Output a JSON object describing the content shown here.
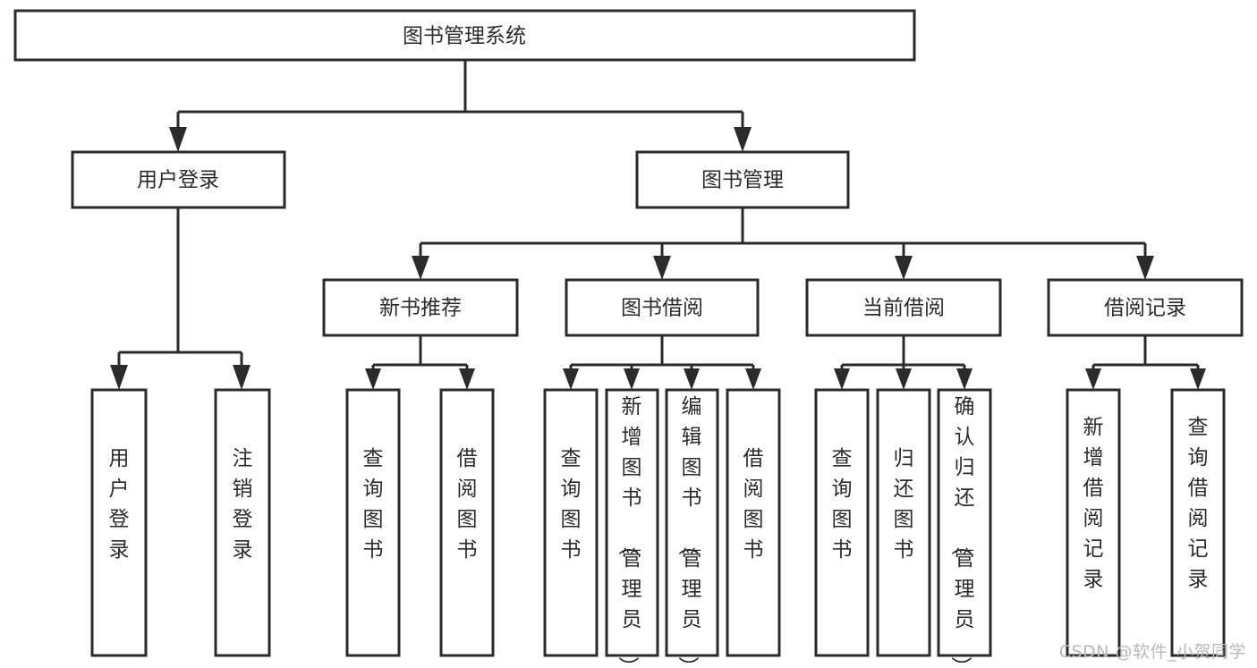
{
  "diagram": {
    "title": "图书管理系统",
    "type": "tree-hierarchy",
    "watermark": "CSDN @软件_小贺同学",
    "colors": {
      "stroke": "#2b2b2b",
      "fill": "#ffffff",
      "text": "#2b2b2b",
      "watermark": "#b9b9b9"
    },
    "levels": {
      "root": {
        "label": "图书管理系统"
      },
      "level2": [
        {
          "id": "user-login",
          "label": "用户登录"
        },
        {
          "id": "book-management",
          "label": "图书管理"
        }
      ],
      "level3": [
        {
          "id": "new-book-recommend",
          "label": "新书推荐",
          "parent": "book-management"
        },
        {
          "id": "book-borrow",
          "label": "图书借阅",
          "parent": "book-management"
        },
        {
          "id": "current-borrow",
          "label": "当前借阅",
          "parent": "book-management"
        },
        {
          "id": "borrow-record",
          "label": "借阅记录",
          "parent": "book-management"
        }
      ],
      "leaves": [
        {
          "id": "leaf-user-login",
          "label": "用户登录",
          "parent": "user-login"
        },
        {
          "id": "leaf-logout-login",
          "label": "注销登录",
          "parent": "user-login"
        },
        {
          "id": "leaf-query-book-1",
          "label": "查询图书",
          "parent": "new-book-recommend"
        },
        {
          "id": "leaf-borrow-book-1",
          "label": "借阅图书",
          "parent": "new-book-recommend"
        },
        {
          "id": "leaf-query-book-2",
          "label": "查询图书",
          "parent": "book-borrow"
        },
        {
          "id": "leaf-add-book",
          "label": "新增图书（管理员）",
          "parent": "book-borrow"
        },
        {
          "id": "leaf-edit-book",
          "label": "编辑图书（管理员）",
          "parent": "book-borrow"
        },
        {
          "id": "leaf-borrow-book-2",
          "label": "借阅图书",
          "parent": "book-borrow"
        },
        {
          "id": "leaf-query-book-3",
          "label": "查询图书",
          "parent": "current-borrow"
        },
        {
          "id": "leaf-return-book",
          "label": "归还图书",
          "parent": "current-borrow"
        },
        {
          "id": "leaf-confirm-return",
          "label": "确认归还（管理员）",
          "parent": "current-borrow"
        },
        {
          "id": "leaf-add-record",
          "label": "新增借阅记录",
          "parent": "borrow-record"
        },
        {
          "id": "leaf-query-record",
          "label": "查询借阅记录",
          "parent": "borrow-record"
        }
      ]
    }
  }
}
